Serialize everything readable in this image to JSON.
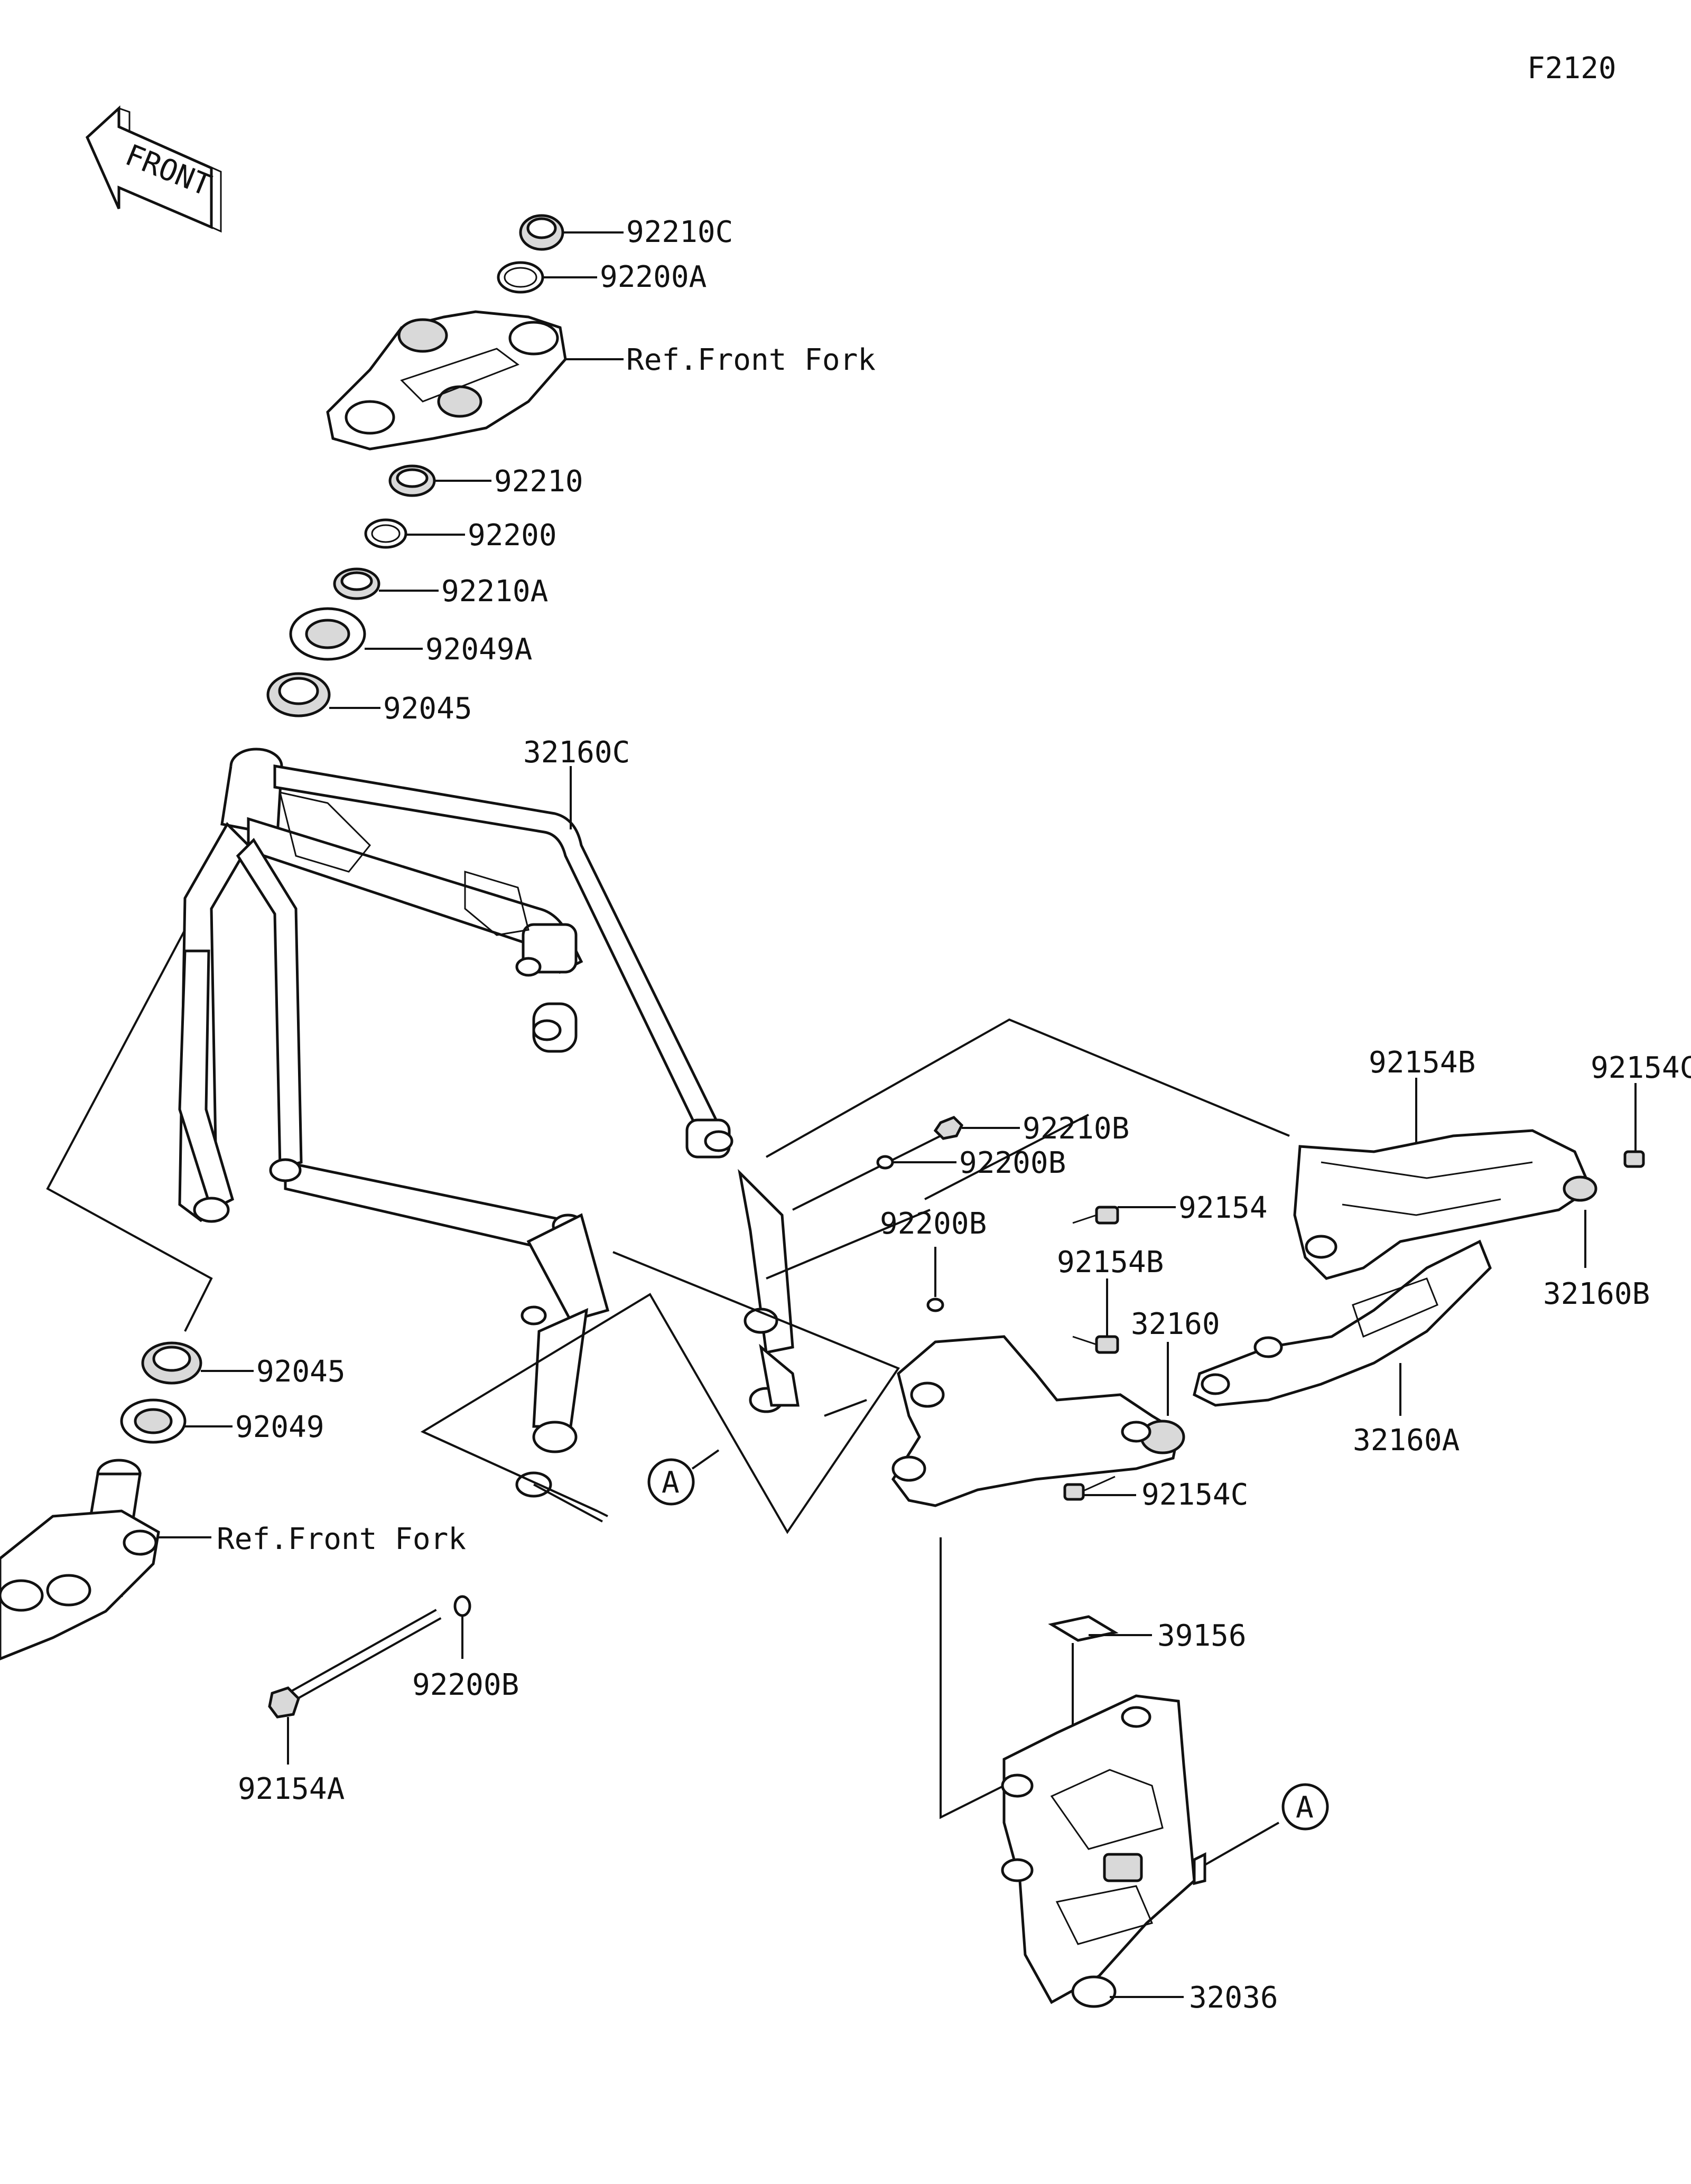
{
  "figure_code": "F2120",
  "front_arrow_text": "FRONT",
  "callout_ref": "A",
  "labels": {
    "p92210C": "92210C",
    "p92200A": "92200A",
    "ref_front_fork_top": "Ref.Front Fork",
    "p92210": "92210",
    "p92200": "92200",
    "p92210A": "92210A",
    "p92049A": "92049A",
    "p92045_top": "92045",
    "p32160C": "32160C",
    "p92154B_top": "92154B",
    "p92154C_top": "92154C",
    "p92210B": "92210B",
    "p92200B_mid": "92200B",
    "p92200B_left": "92200B",
    "p92154": "92154",
    "p92154B_mid": "92154B",
    "p32160": "32160",
    "p32160B": "32160B",
    "p32160A": "32160A",
    "p92154C_low": "92154C",
    "p92045_low": "92045",
    "p92049": "92049",
    "ref_front_fork_low": "Ref.Front Fork",
    "p92200B_low": "92200B",
    "p92154A": "92154A",
    "p39156": "39156",
    "p32036": "32036"
  }
}
